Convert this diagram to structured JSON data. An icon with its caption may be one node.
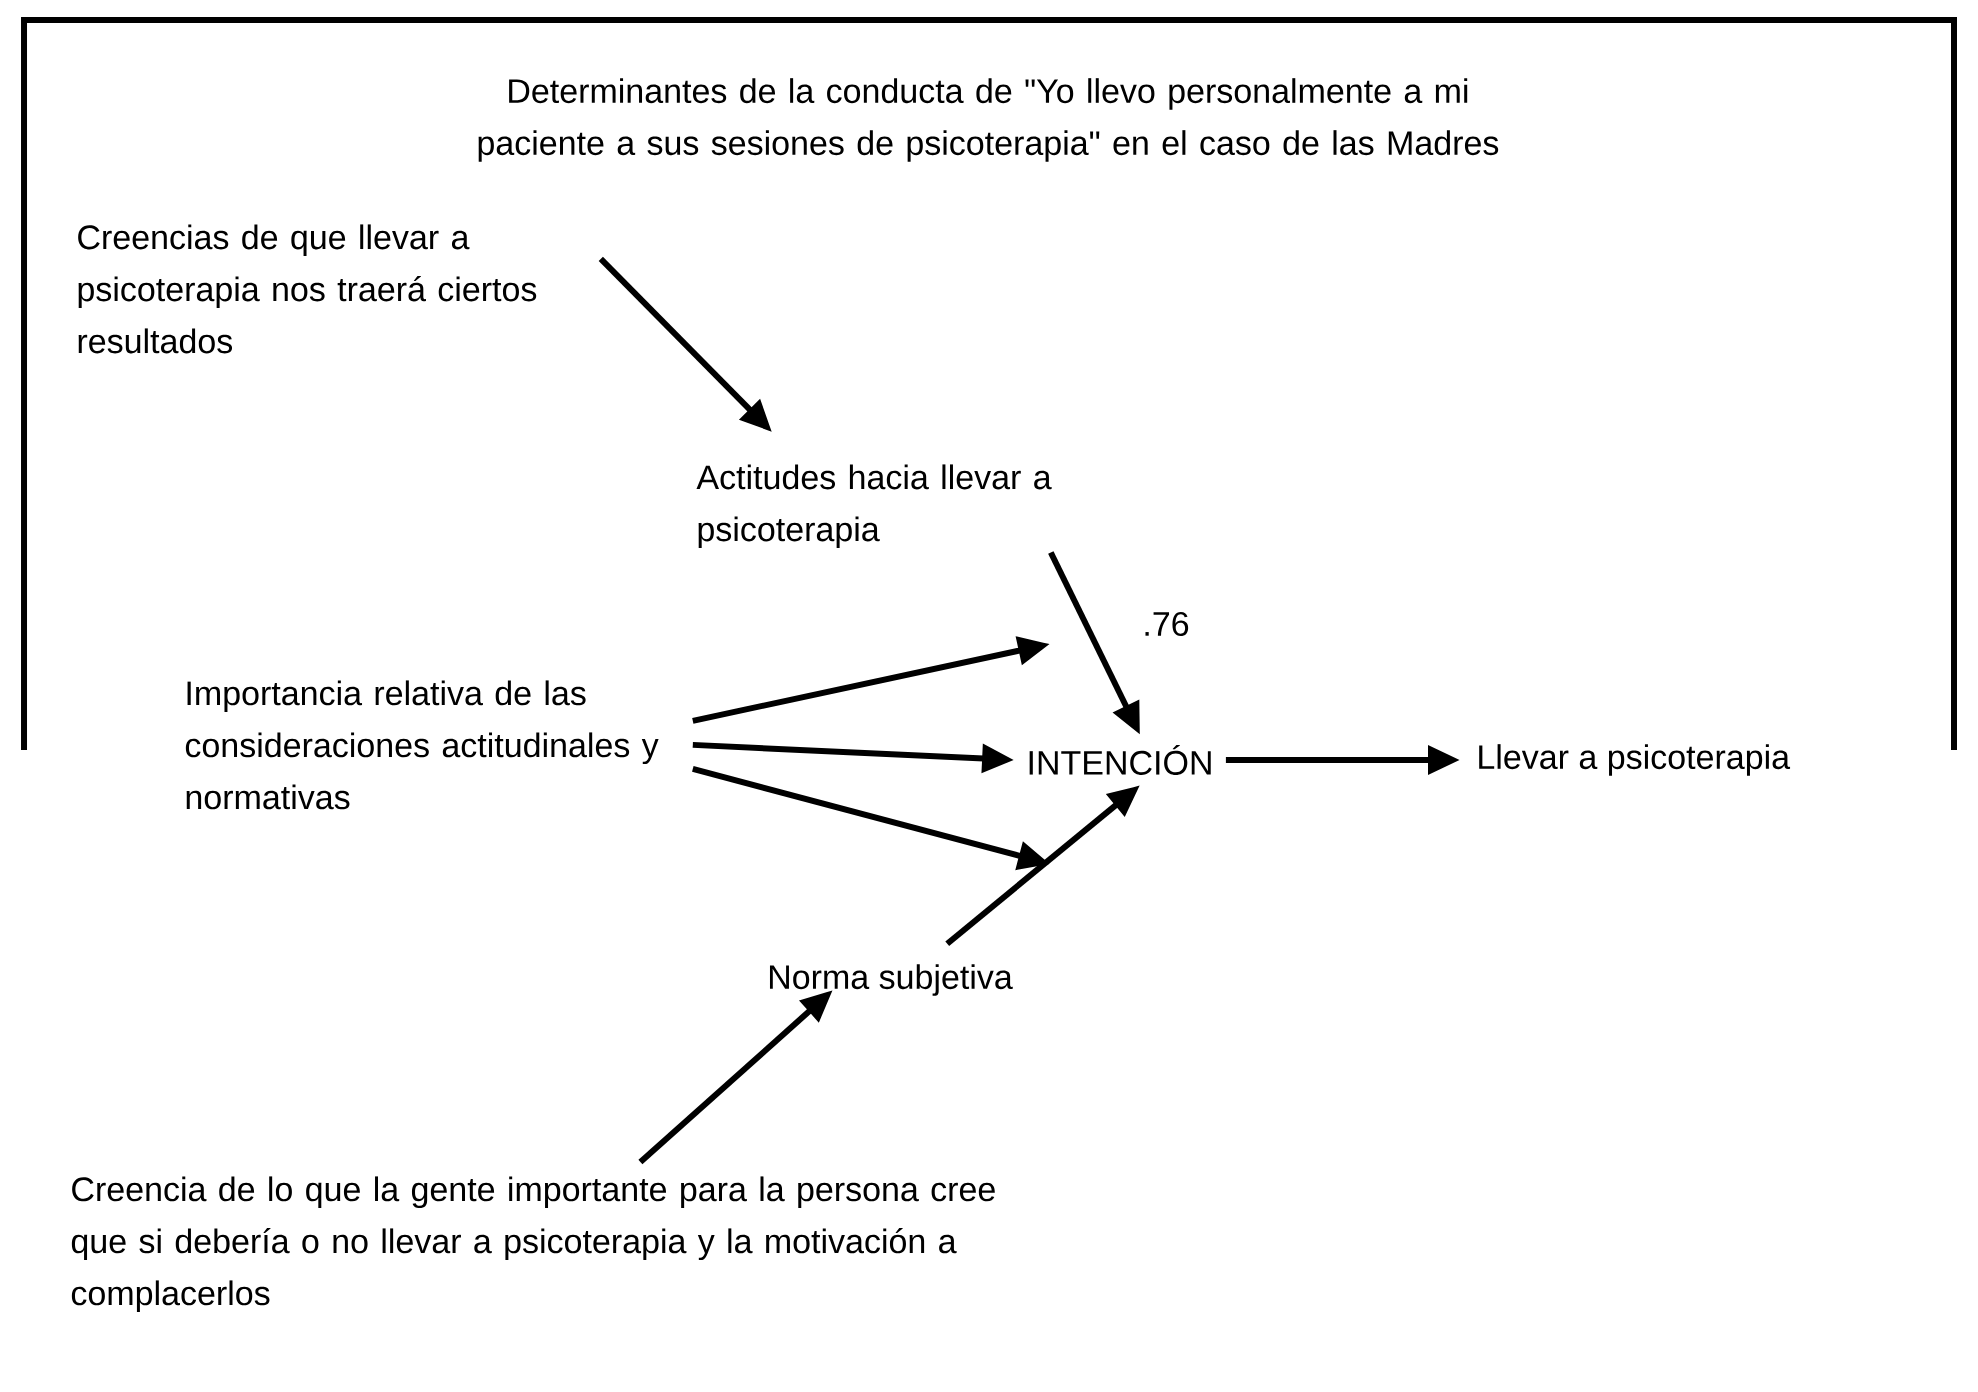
{
  "diagram": {
    "title": "Determinantes de la conducta de \"Yo llevo personalmente a mi paciente a sus sesiones de psicoterapia\" en el caso de las Madres",
    "nodes": [
      {
        "text": [
          "Creencias de que llevar a psicoterapia nos traerá ciertos resultados"
        ]
      },
      {
        "text": [
          "Actitudes hacia llevar a psicoterapia"
        ]
      },
      {
        "text": [
          "Importancia relativa de las consideraciones actitudinales y normativas"
        ]
      },
      {
        "text": [
          "INTENCIÓN"
        ]
      },
      {
        "text": [
          "Llevar a  psicoterapia"
        ]
      },
      {
        "text": [
          "Norma subjetiva"
        ]
      },
      {
        "text": [
          "Creencia de lo que la gente importante para la persona cree que si debería o no llevar a psicoterapia y la motivación a complacerlos"
        ]
      }
    ],
    "edges": [
      {
        "from": 0,
        "to": 1,
        "arrow": "to"
      },
      {
        "from": 1,
        "to": 3,
        "arrow": "to",
        "label": ".76"
      },
      {
        "from": 2,
        "to": null,
        "arrow": "to"
      },
      {
        "from": 2,
        "to": 3,
        "arrow": "to"
      },
      {
        "from": 2,
        "to": null,
        "arrow": "to"
      },
      {
        "from": 5,
        "to": 3,
        "arrow": "to"
      },
      {
        "from": 6,
        "to": 5,
        "arrow": "to"
      },
      {
        "from": 3,
        "to": 4,
        "arrow": "to"
      }
    ]
  }
}
